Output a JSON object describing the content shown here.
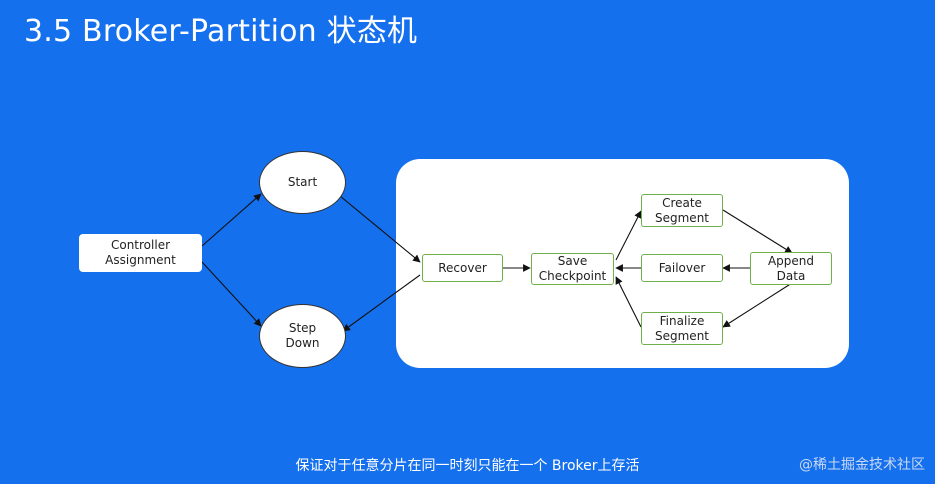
{
  "slide": {
    "title": "3.5 Broker-Partition 状态机",
    "caption": "保证对于任意分片在同一时刻只能在一个 Broker上存活",
    "watermark": "@稀土掘金技术社区",
    "background_color": "#1570ee",
    "edge_color": "#6fb04a"
  },
  "diagram": {
    "nodes": {
      "controller_assignment": "Controller\nAssignment",
      "start": "Start",
      "step_down": "Step\nDown",
      "recover": "Recover",
      "save_checkpoint": "Save\nCheckpoint",
      "create_segment": "Create\nSegment",
      "failover": "Failover",
      "finalize_segment": "Finalize\nSegment",
      "append_data": "Append\nData"
    },
    "edges": [
      [
        "Controller Assignment",
        "Start"
      ],
      [
        "Controller Assignment",
        "Step Down"
      ],
      [
        "Start",
        "Recover"
      ],
      [
        "Recover",
        "Step Down"
      ],
      [
        "Recover",
        "Save Checkpoint"
      ],
      [
        "Save Checkpoint",
        "Create Segment"
      ],
      [
        "Create Segment",
        "Append Data"
      ],
      [
        "Append Data",
        "Failover"
      ],
      [
        "Failover",
        "Save Checkpoint"
      ],
      [
        "Append Data",
        "Finalize Segment"
      ],
      [
        "Finalize Segment",
        "Save Checkpoint"
      ]
    ]
  }
}
